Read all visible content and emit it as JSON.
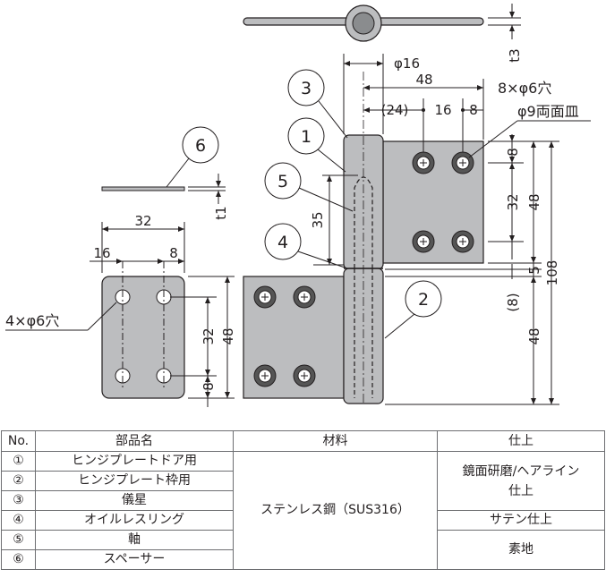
{
  "dimensions": {
    "t3": "t3",
    "phi16": "φ16",
    "d48_top": "48",
    "d24": "(24)",
    "d16_holes": "16",
    "d8_holes": "8",
    "hole_note_1": "8×φ6穴",
    "hole_note_2": "φ9両面皿",
    "d8_right": "8",
    "d32_right": "32",
    "d48_right_top": "48",
    "d5_right": "5",
    "d108": "108",
    "d8_paren": "(8)",
    "d48_right_bottom": "48",
    "d35": "35",
    "t1": "t1",
    "spacer_32": "32",
    "spacer_16": "16",
    "spacer_8": "8",
    "spacer_hole_note": "4×φ6穴",
    "spacer_32v": "32",
    "spacer_48v": "48",
    "spacer_8v": "8"
  },
  "callouts": [
    "3",
    "1",
    "5",
    "4",
    "6",
    "2"
  ],
  "table": {
    "headers": [
      "No.",
      "部品名",
      "材料",
      "仕上"
    ],
    "rows": [
      {
        "no": "①",
        "name": "ヒンジプレートドア用"
      },
      {
        "no": "②",
        "name": "ヒンジプレート枠用"
      },
      {
        "no": "③",
        "name": "儀星"
      },
      {
        "no": "④",
        "name": "オイルレスリング"
      },
      {
        "no": "⑤",
        "name": "軸"
      },
      {
        "no": "⑥",
        "name": "スペーサー"
      }
    ],
    "material": "ステンレス鋼（SUS316）",
    "finish_1": "鏡面研磨/ヘアライン仕上",
    "finish_2": "サテン仕上",
    "finish_3": "素地"
  }
}
